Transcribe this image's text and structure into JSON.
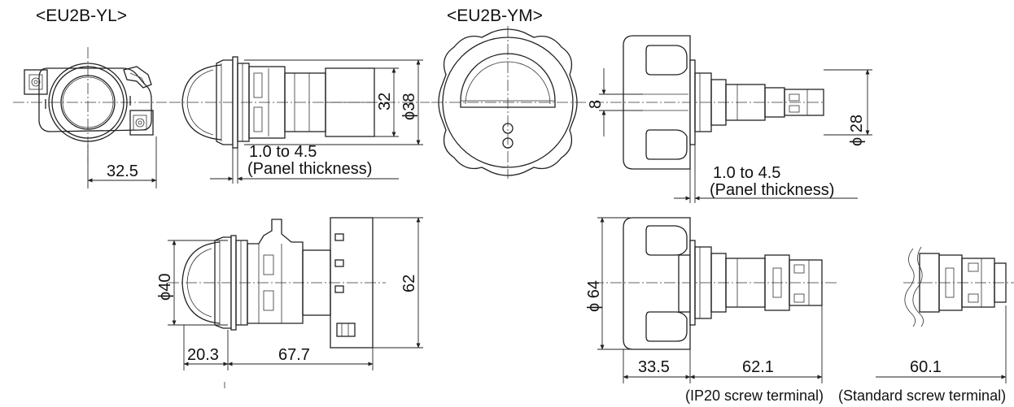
{
  "models": {
    "yl": "<EU2B-YL>",
    "ym": "<EU2B-YM>"
  },
  "yl_dimensions": {
    "front_width": "32.5",
    "panel_range": "1.0 to 4.5",
    "panel_note": "(Panel thickness)",
    "height_32": "32",
    "diameter_38": "ϕ38",
    "diameter_40": "ϕ40",
    "height_62": "62",
    "front_depth": "20.3",
    "rear_depth": "67.7"
  },
  "ym_dimensions": {
    "window_8": "8",
    "diameter_28": "ϕ 28",
    "panel_range": "1.0 to 4.5",
    "panel_note": "(Panel thickness)",
    "diameter_64": "ϕ 64",
    "front_depth": "33.5",
    "depth_ip20": "62.1",
    "depth_standard": "60.1",
    "ip20_caption": "(IP20 screw terminal)",
    "standard_caption": "(Standard screw terminal)"
  }
}
